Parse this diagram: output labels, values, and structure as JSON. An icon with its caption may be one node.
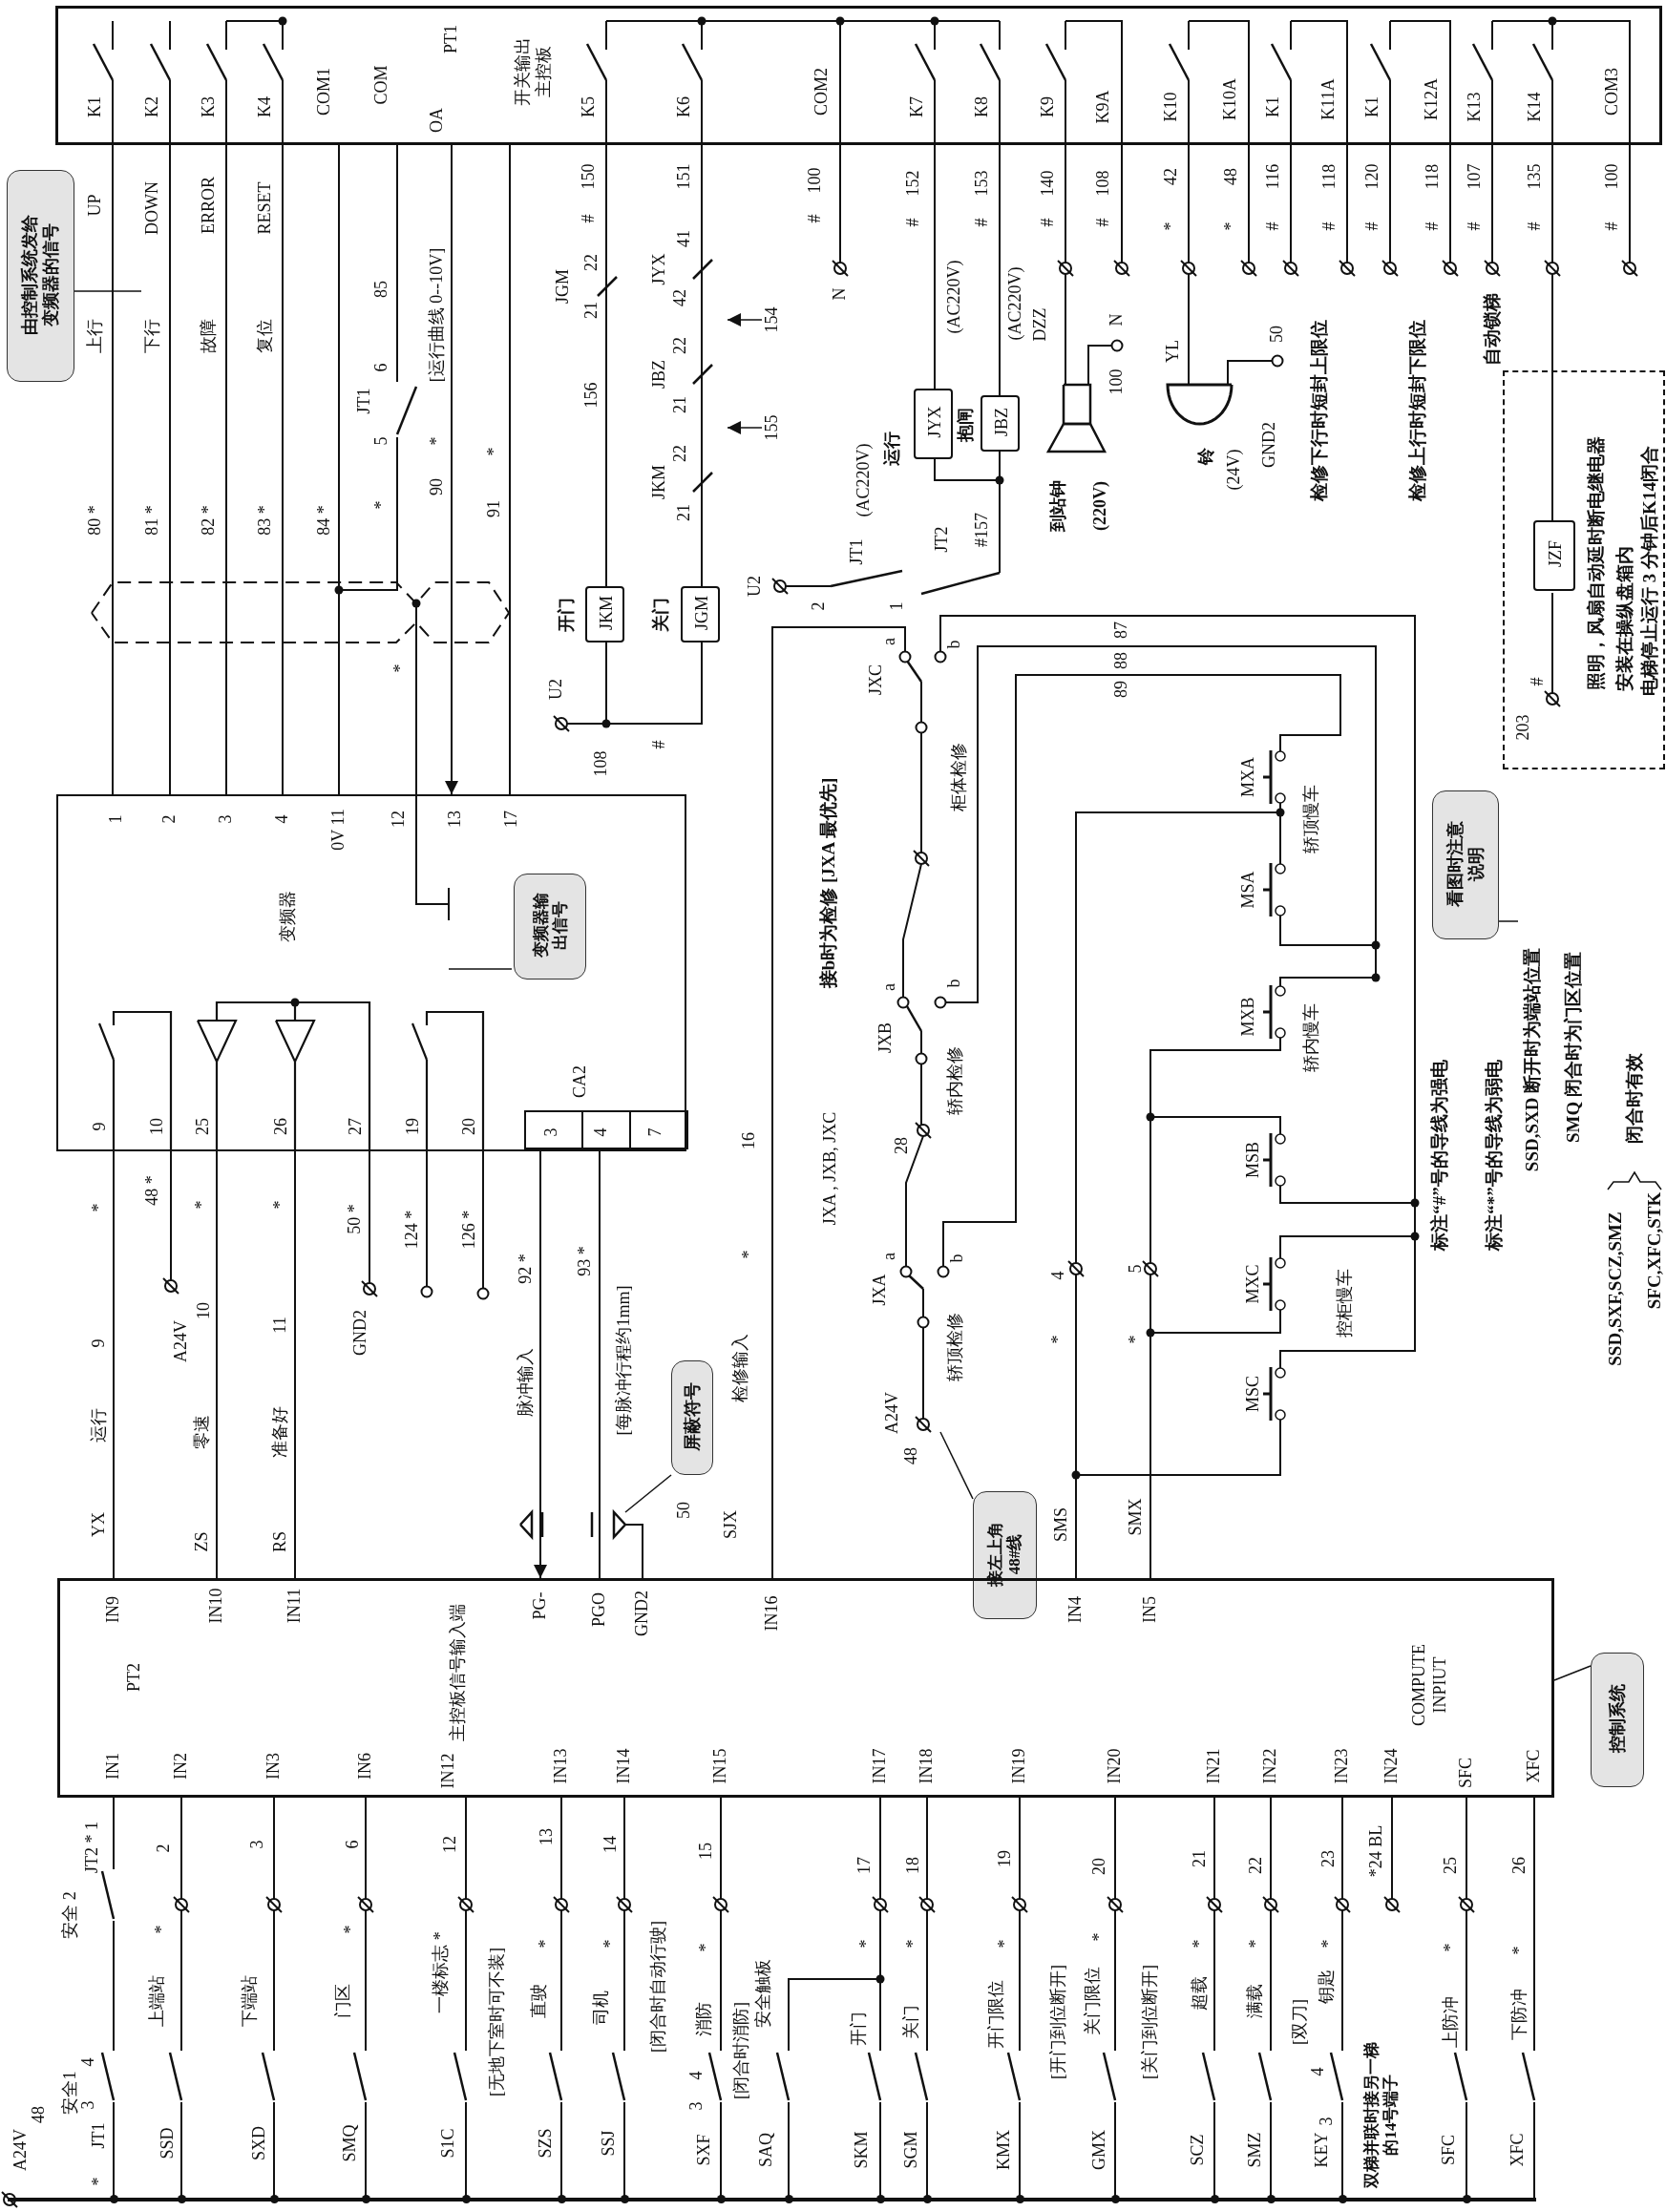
{
  "diagram": {
    "nodes": [
      {
        "text": [
          "PT1",
          "开关输出主控板"
        ]
      },
      {
        "text": [
          "由控制系统发给变频器的信号"
        ]
      },
      {
        "text": [
          "变频器"
        ]
      },
      {
        "text": [
          "CA2"
        ],
        "in": 2
      },
      {
        "text": [
          "变频器输出信号"
        ],
        "in": 2
      },
      {
        "text": [
          "JKM"
        ],
        "beside": [
          "开门"
        ]
      },
      {
        "text": [
          "JGM"
        ],
        "beside": [
          "关门"
        ]
      },
      {
        "text": [
          "JYX"
        ],
        "beside": [
          "运行"
        ]
      },
      {
        "text": [
          "JBZ"
        ],
        "beside": [
          "抱闸"
        ]
      },
      {
        "text": [
          "照明，风扇自动延时断电继电器",
          "安装在操纵盘箱内",
          "电梯停止运行 3 分钟后K14闭合"
        ]
      },
      {
        "text": [
          "JZF"
        ],
        "in": 9,
        "beside": [
          "203",
          "#"
        ]
      },
      {
        "text": [
          "看图时注意说明"
        ]
      },
      {
        "text": [
          "屏蔽符号"
        ]
      },
      {
        "text": [
          "接左上角48#线"
        ]
      },
      {
        "text": [
          "PT2",
          "主控板信号输入端",
          "COMPUTE INPIUT"
        ]
      },
      {
        "text": [
          "控制系统"
        ]
      },
      {
        "text": [
          "154"
        ]
      },
      {
        "text": [
          "155"
        ]
      },
      {
        "text": [],
        "shape": "switch"
      },
      {
        "text": [],
        "shape": "speaker",
        "beside": [
          "到站钟",
          "(220V)",
          "100",
          "N"
        ]
      },
      {
        "text": [],
        "shape": "bell",
        "beside": [
          "铃",
          "(24V)",
          "GND2",
          "50"
        ]
      },
      {
        "text": [],
        "shape": "shield"
      },
      {
        "text": [],
        "shape": "picture"
      },
      {
        "text": [],
        "shape": "switch"
      },
      {
        "text": [],
        "shape": "switch"
      },
      {
        "text": [],
        "shape": "switch"
      },
      {
        "text": [],
        "shape": "switch"
      },
      {
        "text": [],
        "shape": "switch"
      },
      {
        "text": [],
        "shape": "switch"
      },
      {
        "text": [],
        "shape": "switch"
      },
      {
        "text": [],
        "shape": "switch"
      },
      {
        "text": [],
        "shape": "switch"
      },
      {
        "text": [],
        "shape": "switch"
      },
      {
        "text": [],
        "shape": "switch"
      },
      {
        "text": [],
        "shape": "switch"
      },
      {
        "text": [],
        "shape": "switch"
      },
      {
        "text": [],
        "shape": "switch"
      },
      {
        "text": [],
        "shape": "switch"
      },
      {
        "text": [],
        "shape": "switch"
      },
      {
        "text": [],
        "shape": "switch"
      },
      {
        "text": [],
        "shape": "switch"
      },
      {
        "text": [],
        "shape": "switch"
      },
      {
        "text": [],
        "shape": "bar"
      }
    ],
    "edges": [
      {
        "from": 1,
        "to": null,
        "arrow": "none"
      },
      {
        "from": 4,
        "to": null,
        "arrow": "none"
      },
      {
        "from": 11,
        "to": null,
        "arrow": "none"
      },
      {
        "from": 12,
        "to": 21,
        "arrow": "none"
      },
      {
        "from": 13,
        "to": 22,
        "arrow": "none"
      },
      {
        "from": 15,
        "to": 14,
        "arrow": "none"
      },
      {
        "from": 0,
        "to": 2,
        "arrow": "none"
      },
      {
        "from": 0,
        "to": 2,
        "arrow": "none"
      },
      {
        "from": 0,
        "to": 2,
        "arrow": "none"
      },
      {
        "from": 0,
        "to": 2,
        "arrow": "none"
      },
      {
        "from": 0,
        "to": 2,
        "arrow": "none"
      },
      {
        "from": 0,
        "to": 2,
        "arrow": "to"
      },
      {
        "from": 0,
        "to": 2,
        "arrow": "none"
      },
      {
        "from": 2,
        "to": 14,
        "arrow": "none"
      },
      {
        "from": 2,
        "to": 14,
        "arrow": "none"
      },
      {
        "from": 2,
        "to": 14,
        "arrow": "none"
      },
      {
        "from": 3,
        "to": 14,
        "arrow": "to"
      },
      {
        "from": 3,
        "to": 14,
        "arrow": "none"
      },
      {
        "from": 0,
        "to": 5,
        "arrow": "none"
      },
      {
        "from": 0,
        "to": 6,
        "arrow": "none"
      },
      {
        "from": 0,
        "to": 7,
        "arrow": "none"
      },
      {
        "from": 0,
        "to": 8,
        "arrow": "none"
      },
      {
        "from": 7,
        "to": 8,
        "arrow": "none"
      },
      {
        "from": 0,
        "to": 10,
        "arrow": "none"
      },
      {
        "from": 5,
        "to": 6,
        "arrow": "none"
      },
      {
        "from": 16,
        "to": null,
        "arrow": "to"
      },
      {
        "from": 17,
        "to": null,
        "arrow": "to"
      },
      {
        "from": 0,
        "to": 18,
        "arrow": "none"
      },
      {
        "from": 0,
        "to": 19,
        "arrow": "none"
      },
      {
        "from": 0,
        "to": 20,
        "arrow": "none"
      },
      {
        "from": 21,
        "to": 14,
        "arrow": "none"
      },
      {
        "from": 22,
        "to": 14,
        "arrow": "none"
      },
      {
        "from": 23,
        "to": 24,
        "arrow": "none"
      },
      {
        "from": 24,
        "to": 14,
        "arrow": "none"
      },
      {
        "from": 25,
        "to": 14,
        "arrow": "none"
      },
      {
        "from": 26,
        "to": 14,
        "arrow": "none"
      },
      {
        "from": 27,
        "to": 14,
        "arrow": "none"
      },
      {
        "from": 28,
        "to": 14,
        "arrow": "none"
      },
      {
        "from": 29,
        "to": 14,
        "arrow": "none"
      },
      {
        "from": 30,
        "to": 14,
        "arrow": "none"
      },
      {
        "from": 31,
        "to": 14,
        "arrow": "none"
      },
      {
        "from": 32,
        "to": 14,
        "arrow": "none"
      },
      {
        "from": 33,
        "to": 14,
        "arrow": "none"
      },
      {
        "from": 34,
        "to": 14,
        "arrow": "none"
      },
      {
        "from": 35,
        "to": 14,
        "arrow": "none"
      },
      {
        "from": 36,
        "to": 14,
        "arrow": "none"
      },
      {
        "from": 37,
        "to": 14,
        "arrow": "none"
      },
      {
        "from": 38,
        "to": 14,
        "arrow": "none"
      },
      {
        "from": 39,
        "to": 14,
        "arrow": "none"
      },
      {
        "from": 40,
        "to": 14,
        "arrow": "none"
      },
      {
        "from": 41,
        "to": 14,
        "arrow": "none"
      },
      {
        "from": 18,
        "to": 2,
        "arrow": "none"
      },
      {
        "from": 42,
        "to": 23,
        "arrow": "none"
      },
      {
        "from": 42,
        "to": 25,
        "arrow": "none"
      },
      {
        "from": 42,
        "to": 26,
        "arrow": "none"
      },
      {
        "from": 42,
        "to": 27,
        "arrow": "none"
      },
      {
        "from": 42,
        "to": 28,
        "arrow": "none"
      },
      {
        "from": 42,
        "to": 29,
        "arrow": "none"
      },
      {
        "from": 42,
        "to": 30,
        "arrow": "none"
      },
      {
        "from": 42,
        "to": 31,
        "arrow": "none"
      },
      {
        "from": 42,
        "to": 32,
        "arrow": "none"
      },
      {
        "from": 42,
        "to": 33,
        "arrow": "none"
      },
      {
        "from": 42,
        "to": 34,
        "arrow": "none"
      },
      {
        "from": 42,
        "to": 35,
        "arrow": "none"
      },
      {
        "from": 42,
        "to": 36,
        "arrow": "none"
      },
      {
        "from": 42,
        "to": 37,
        "arrow": "none"
      },
      {
        "from": 42,
        "to": 38,
        "arrow": "none"
      },
      {
        "from": 42,
        "to": 39,
        "arrow": "none"
      },
      {
        "from": 42,
        "to": 40,
        "arrow": "none"
      },
      {
        "from": 42,
        "to": 41,
        "arrow": "none"
      },
      {
        "from": 22,
        "to": 14,
        "arrow": "none"
      },
      {
        "from": 22,
        "to": 14,
        "arrow": "none"
      }
    ],
    "labels": [
      "K1",
      "K2",
      "K3",
      "K4",
      "COM1",
      "COM",
      "OA",
      "K5",
      "K6",
      "COM2",
      "K7",
      "K8",
      "K9",
      "K9A",
      "K10",
      "K10A",
      "K1",
      "K11A",
      "K1",
      "K12A",
      "K13",
      "K14",
      "COM3",
      "UP",
      "DOWN",
      "ERROR",
      "RESET",
      "上行",
      "下行",
      "故障",
      "复位",
      "80 *",
      "81 *",
      "82 *",
      "83 *",
      "84 *",
      "*",
      "5",
      "JT1",
      "6",
      "85",
      "90",
      "*",
      "[运行曲线 0--10V]",
      "91",
      "*",
      "JGM",
      "22",
      "21",
      "#",
      "150",
      "156",
      "U2",
      "108",
      "#",
      "151",
      "41",
      "JYX",
      "42",
      "22",
      "JBZ",
      "21",
      "22",
      "JKM",
      "21",
      "#",
      "100",
      "N",
      "#",
      "152",
      "(AC220V)",
      "#",
      "153",
      "(AC220V)",
      "DZZ",
      "(AC220V)",
      "JT1",
      "2",
      "1",
      "JT2",
      "#157",
      "U2",
      "#",
      "140",
      "#",
      "108",
      "*",
      "42",
      "*",
      "48",
      "#",
      "116",
      "#",
      "118",
      "#",
      "120",
      "#",
      "118",
      "#",
      "107",
      "#",
      "135",
      "#",
      "100",
      "YL",
      "检修下行时短封上限位",
      "检修上行时短封下限位",
      "自动锁梯",
      "JXA , JXB, JXC",
      "JXC",
      "a",
      "b",
      "柜体检修",
      "接b时为检修 [JXA 最优先]",
      "JXB",
      "a",
      "b",
      "轿内检修",
      "28",
      "JXA",
      "a",
      "b",
      "轿顶检修",
      "A24V",
      "48",
      "87",
      "88",
      "89",
      "MXA",
      "轿顶慢车",
      "MSA",
      "MXB",
      "轿内慢车",
      "MSB",
      "MXC",
      "控柜慢车",
      "MSC",
      "标注“#”号的导线为强电",
      "标注“*”号的导线为弱电",
      "SSD,SXD 断开时为端站位置",
      "SMQ 闭合时为门区位置",
      "SSD,SXF,SCZ,SMZ",
      "闭合时有效",
      "SFC,XFC,STK",
      "1",
      "2",
      "3",
      "4",
      "0V 11",
      "12",
      "13",
      "17",
      "*",
      "9",
      "10",
      "25",
      "26",
      "27",
      "19",
      "20",
      "3",
      "4",
      "7",
      "*",
      "48 *",
      "*",
      "*",
      "50 *",
      "124 *",
      "126 *",
      "92 *",
      "运行",
      "9",
      "A24V",
      "10",
      "零速",
      "准备好",
      "11",
      "GND2",
      "脉冲输入",
      "YX",
      "ZS",
      "RS",
      "93 *",
      "[每脉冲行程约1mm]",
      "50",
      "SJX",
      "检修输入",
      "*",
      "16",
      "SMS",
      "*",
      "4",
      "SMX",
      "*",
      "5",
      "IN9",
      "IN10",
      "IN11",
      "PG-",
      "PGO",
      "GND2",
      "IN16",
      "IN4",
      "IN5",
      "IN1",
      "IN2",
      "IN3",
      "IN6",
      "IN12",
      "IN13",
      "IN14",
      "IN15",
      "IN17",
      "IN18",
      "IN19",
      "IN20",
      "IN21",
      "IN22",
      "IN23",
      "IN24",
      "SFC",
      "XFC",
      "A24V",
      "48",
      "*",
      "JT1",
      "3",
      "安全1",
      "4",
      "安全 2",
      "JT2 * 1",
      "SSD",
      "上端站",
      "*",
      "2",
      "SXD",
      "下端站",
      "3",
      "SMQ",
      "门区",
      "*",
      "6",
      "S1C",
      "一楼标志 *",
      "12",
      "[无地下室时可不装]",
      "SZS",
      "直驶",
      "*",
      "13",
      "SSJ",
      "司机",
      "*",
      "14",
      "[闭合时自动行驶]",
      "SXF",
      "3",
      "4",
      "消防",
      "*",
      "15",
      "[闭合时消防]",
      "安全触板",
      "SAQ",
      "SKM",
      "开门",
      "*",
      "17",
      "SGM",
      "关门",
      "*",
      "18",
      "KMX",
      "开门限位",
      "*",
      "19",
      "[开门到位断开]",
      "GMX",
      "关门限位",
      "*",
      "20",
      "[关门到位断开]",
      "SCZ",
      "超载",
      "*",
      "21",
      "SMZ",
      "满载",
      "*",
      "22",
      "[双刀]",
      "KEY",
      "3",
      "4",
      "钥匙",
      "*",
      "23",
      "*24 BL",
      "双梯并联时接另一梯的14号端子",
      "SFC",
      "上防冲",
      "*",
      "25",
      "XFC",
      "下防冲",
      "*",
      "26"
    ]
  }
}
